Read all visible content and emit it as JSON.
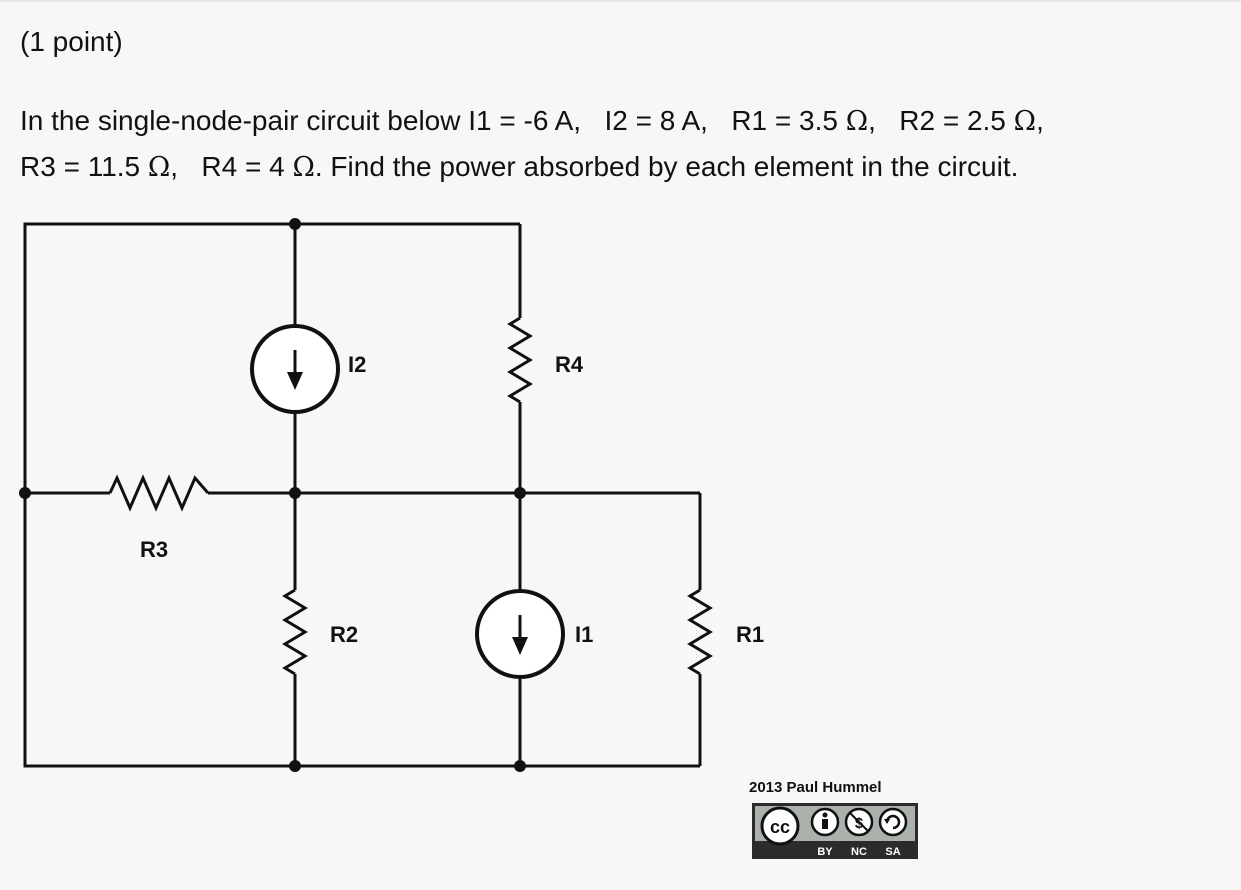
{
  "header": {
    "points": "(1 point)"
  },
  "problem": {
    "line1": {
      "intro": "In the single-node-pair circuit below I1 = -6 A,",
      "i2": "I2 = 8 A,",
      "r1": "R1 = 3.5",
      "r2": "R2 = 2.5",
      "ohm": "Ω",
      "comma": ","
    },
    "line2": {
      "r3": "R3 = 11.5",
      "r4": "R4 = 4",
      "ohm": "Ω",
      "rest": ". Find the power absorbed by each element in the circuit."
    }
  },
  "circuit": {
    "labels": {
      "i1": "I1",
      "i2": "I2",
      "r1": "R1",
      "r2": "R2",
      "r3": "R3",
      "r4": "R4"
    }
  },
  "credit": {
    "text": "2013 Paul Hummel",
    "badge_cc": "cc",
    "badge_by": "BY",
    "badge_nc": "NC",
    "badge_sa": "SA"
  }
}
